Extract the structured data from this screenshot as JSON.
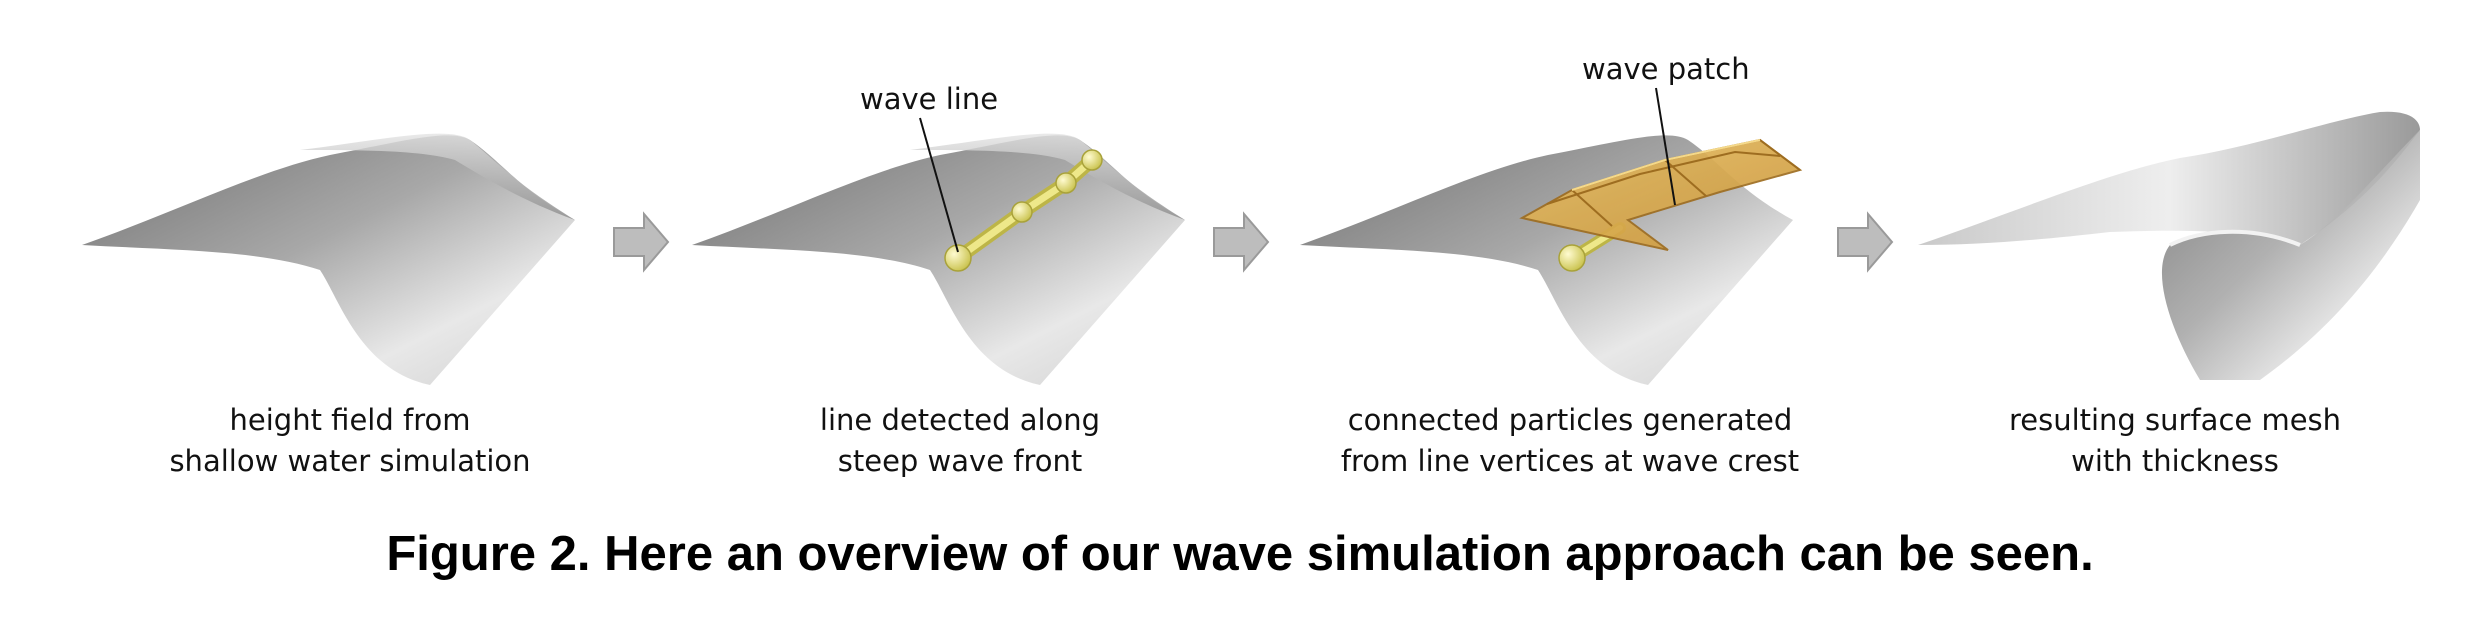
{
  "panels": [
    {
      "label_lines": [
        "height field from",
        "shallow water simulation"
      ]
    },
    {
      "label_lines": [
        "line detected along",
        "steep wave front"
      ],
      "callout": "wave line"
    },
    {
      "label_lines": [
        "connected particles generated",
        "from line vertices at wave crest"
      ],
      "callout": "wave patch"
    },
    {
      "label_lines": [
        "resulting surface mesh",
        "with thickness"
      ]
    }
  ],
  "caption": "Figure 2. Here an overview of our wave simulation approach can be seen.",
  "colors": {
    "surface_light": "#e6e6e6",
    "surface_dark": "#6e6e6e",
    "arrow_fill": "#bdbdbd",
    "wave_line": "#e5df7a",
    "wave_patch": "#d9a84a"
  }
}
